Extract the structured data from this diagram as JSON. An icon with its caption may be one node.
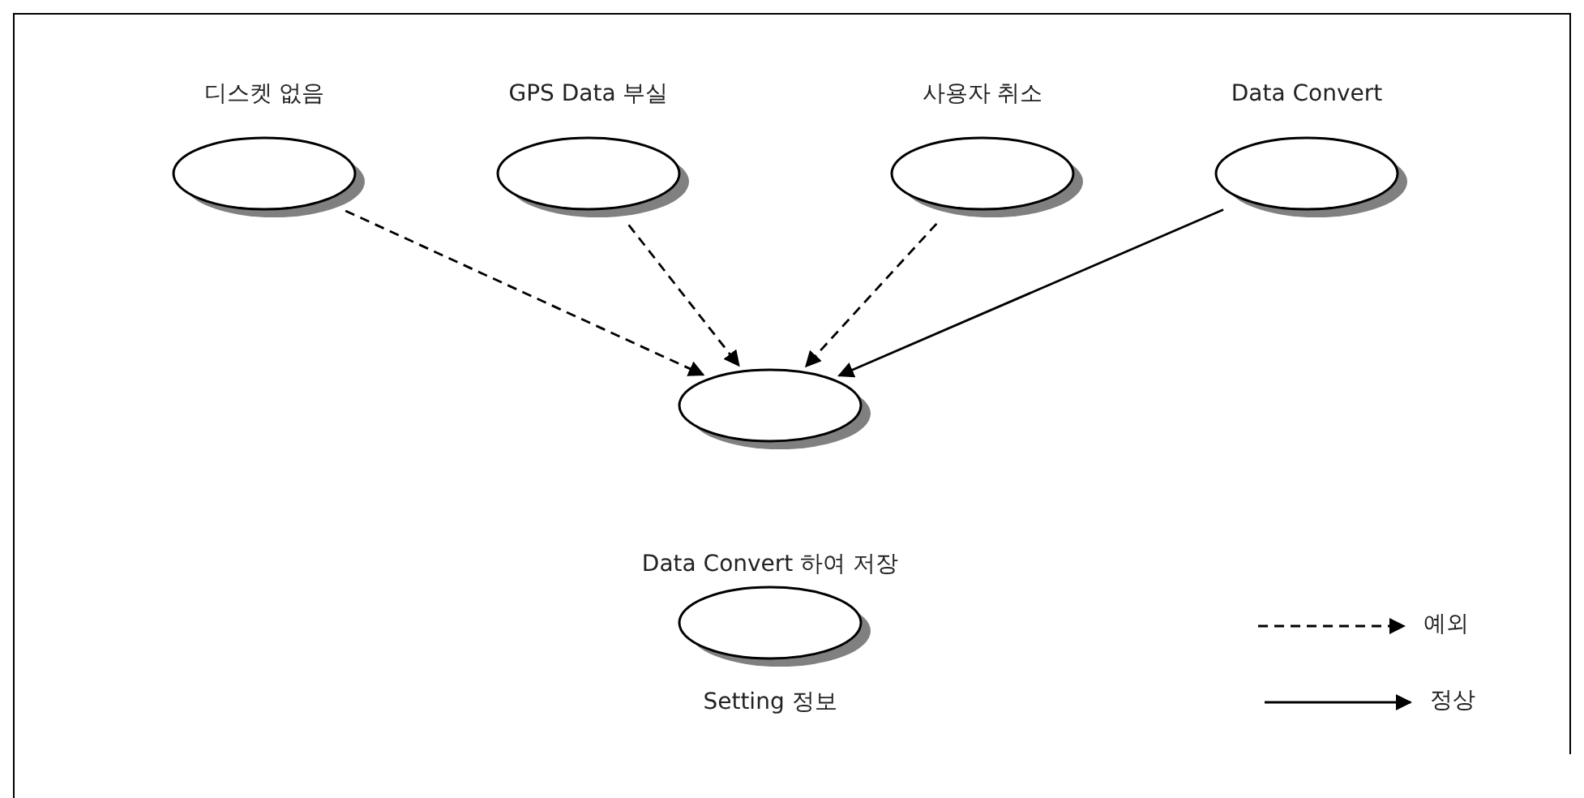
{
  "diagram": {
    "nodes": [
      {
        "text": [
          "디스켓 없음"
        ]
      },
      {
        "text": [
          "GPS Data 부실"
        ]
      },
      {
        "text": [
          "사용자 취소"
        ]
      },
      {
        "text": [
          "Data Convert"
        ]
      },
      {
        "text": [],
        "shape": "ellipse"
      },
      {
        "text": [
          "Setting 정보"
        ]
      }
    ],
    "edges": [
      {
        "from": 0,
        "to": 4,
        "arrow": "to",
        "style": "dashed"
      },
      {
        "from": 1,
        "to": 4,
        "arrow": "to",
        "style": "dashed"
      },
      {
        "from": 2,
        "to": 4,
        "arrow": "to",
        "style": "dashed"
      },
      {
        "from": 3,
        "to": 4,
        "arrow": "to"
      }
    ],
    "labels": [
      "Data Convert 하여 저장"
    ],
    "legend": [
      {
        "text": "예외"
      },
      {
        "text": "정상"
      }
    ]
  }
}
